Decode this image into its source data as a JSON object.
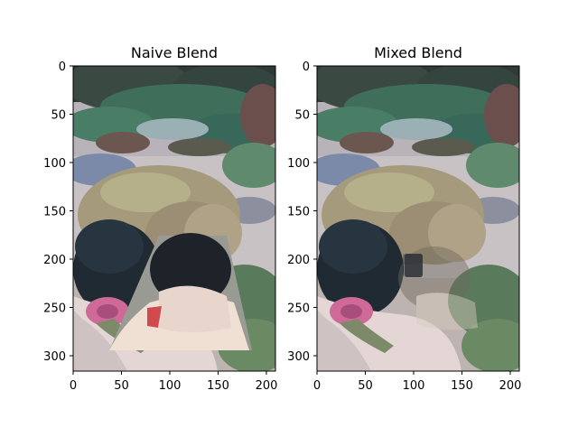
{
  "panels": [
    {
      "title": "Naive Blend",
      "x_ticks": [
        "0",
        "50",
        "100",
        "150",
        "200"
      ],
      "y_ticks": [
        "0",
        "50",
        "100",
        "150",
        "200",
        "250",
        "300"
      ]
    },
    {
      "title": "Mixed Blend",
      "x_ticks": [
        "0",
        "50",
        "100",
        "150",
        "200"
      ],
      "y_ticks": [
        "0",
        "50",
        "100",
        "150",
        "200",
        "250",
        "300"
      ]
    }
  ],
  "colors": {
    "background": "#ffffff",
    "axis": "#000000",
    "rock_dark": "#3a4a3f",
    "seaweed": "#3f6e5a",
    "sand": "#c9c3c3",
    "rock_tan": "#a59a7c",
    "hair": "#1f2a33",
    "scrunchie": "#cf6a98",
    "hood": "#eadcd6"
  }
}
